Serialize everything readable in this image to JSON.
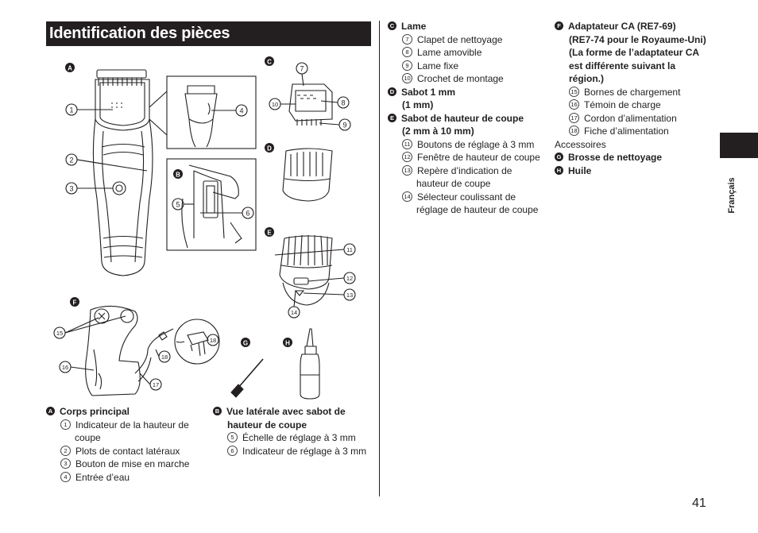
{
  "title": "Identification des pièces",
  "language": "Français",
  "page_number": "41",
  "figure": {
    "labels": {
      "A": "A",
      "B": "B",
      "C": "C",
      "D": "D",
      "E": "E",
      "F": "F",
      "G": "G",
      "H": "H"
    },
    "callouts": {
      "n1": "1",
      "n2": "2",
      "n3": "3",
      "n4": "4",
      "n5": "5",
      "n6": "6",
      "n7": "7",
      "n8": "8",
      "n9": "9",
      "n10": "10",
      "n11": "11",
      "n12": "12",
      "n13": "13",
      "n14": "14",
      "n15": "15",
      "n16": "16",
      "n17": "17",
      "n18": "18"
    }
  },
  "sections": {
    "A": {
      "badge": "A",
      "title": "Corps principal",
      "items": [
        {
          "n": "1",
          "text": "Indicateur de la hauteur de",
          "text2": "coupe"
        },
        {
          "n": "2",
          "text": "Plots de contact latéraux"
        },
        {
          "n": "3",
          "text": "Bouton de mise en marche"
        },
        {
          "n": "4",
          "text": "Entrée d’eau"
        }
      ]
    },
    "B": {
      "badge": "B",
      "title": "Vue latérale avec sabot de",
      "title2": "hauteur de coupe",
      "items": [
        {
          "n": "5",
          "text": "Échelle de réglage à 3 mm"
        },
        {
          "n": "6",
          "text": "Indicateur de réglage à 3 mm"
        }
      ]
    },
    "C": {
      "badge": "C",
      "title": "Lame",
      "items": [
        {
          "n": "7",
          "text": "Clapet de nettoyage"
        },
        {
          "n": "8",
          "text": "Lame amovible"
        },
        {
          "n": "9",
          "text": "Lame fixe"
        },
        {
          "n": "10",
          "text": "Crochet de montage"
        }
      ]
    },
    "D": {
      "badge": "D",
      "title": "Sabot 1 mm",
      "title2": "(1 mm)"
    },
    "E": {
      "badge": "E",
      "title": "Sabot de hauteur de coupe",
      "title2": "(2 mm à 10 mm)",
      "items": [
        {
          "n": "11",
          "text": "Boutons de réglage à 3 mm"
        },
        {
          "n": "12",
          "text": "Fenêtre de hauteur de coupe"
        },
        {
          "n": "13",
          "text": "Repère d’indication de",
          "text2": "hauteur de coupe"
        },
        {
          "n": "14",
          "text": "Sélecteur coulissant de",
          "text2": "réglage de hauteur de coupe"
        }
      ]
    },
    "F": {
      "badge": "F",
      "title": "Adaptateur CA (RE7-69)",
      "title_lines": [
        "(RE7-74 pour le Royaume-Uni)",
        "(La forme de l’adaptateur CA",
        "est différente suivant la",
        "région.)"
      ],
      "items": [
        {
          "n": "15",
          "text": "Bornes de chargement"
        },
        {
          "n": "16",
          "text": "Témoin de charge"
        },
        {
          "n": "17",
          "text": "Cordon d’alimentation"
        },
        {
          "n": "18",
          "text": "Fiche d’alimentation"
        }
      ]
    },
    "accessories_label": "Accessoires",
    "G": {
      "badge": "G",
      "title": "Brosse de nettoyage"
    },
    "H": {
      "badge": "H",
      "title": "Huile"
    }
  }
}
